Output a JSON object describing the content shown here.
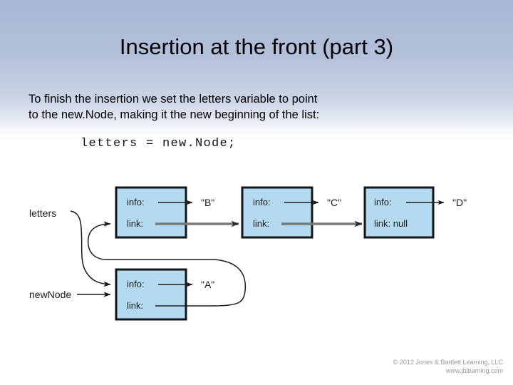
{
  "slide": {
    "title": "Insertion at the front (part 3)",
    "body_line1": "To finish the insertion we set the letters variable to point",
    "body_line2": "to the new.Node, making it the new beginning of the list:",
    "code": "letters = new.Node;"
  },
  "footer": {
    "copyright": "© 2012 Jones & Bartlett Learning, LLC",
    "website": "www.jblearning.com"
  },
  "diagram": {
    "type": "linked-list",
    "pointer_labels": [
      {
        "name": "letters",
        "text": "letters"
      },
      {
        "name": "newNode",
        "text": "newNode"
      }
    ],
    "field_labels": {
      "info": "info:",
      "link": "link:",
      "link_null": "link: null"
    },
    "nodes": [
      {
        "id": "nodeB",
        "info": "\"B\"",
        "link_text": "link:",
        "link_is_null": false,
        "row": "top"
      },
      {
        "id": "nodeC",
        "info": "\"C\"",
        "link_text": "link:",
        "link_is_null": false,
        "row": "top"
      },
      {
        "id": "nodeD",
        "info": "\"D\"",
        "link_text": "link: null",
        "link_is_null": true,
        "row": "top"
      },
      {
        "id": "nodeA",
        "info": "\"A\"",
        "link_text": "link:",
        "link_is_null": false,
        "row": "bottom"
      }
    ],
    "colors": {
      "node_fill": "#b4daef",
      "node_border": "#14151a",
      "link_arrow": "#7a7a7a",
      "info_arrow": "#1a1a1a",
      "pointer_arrow": "#1a1a1a"
    }
  }
}
